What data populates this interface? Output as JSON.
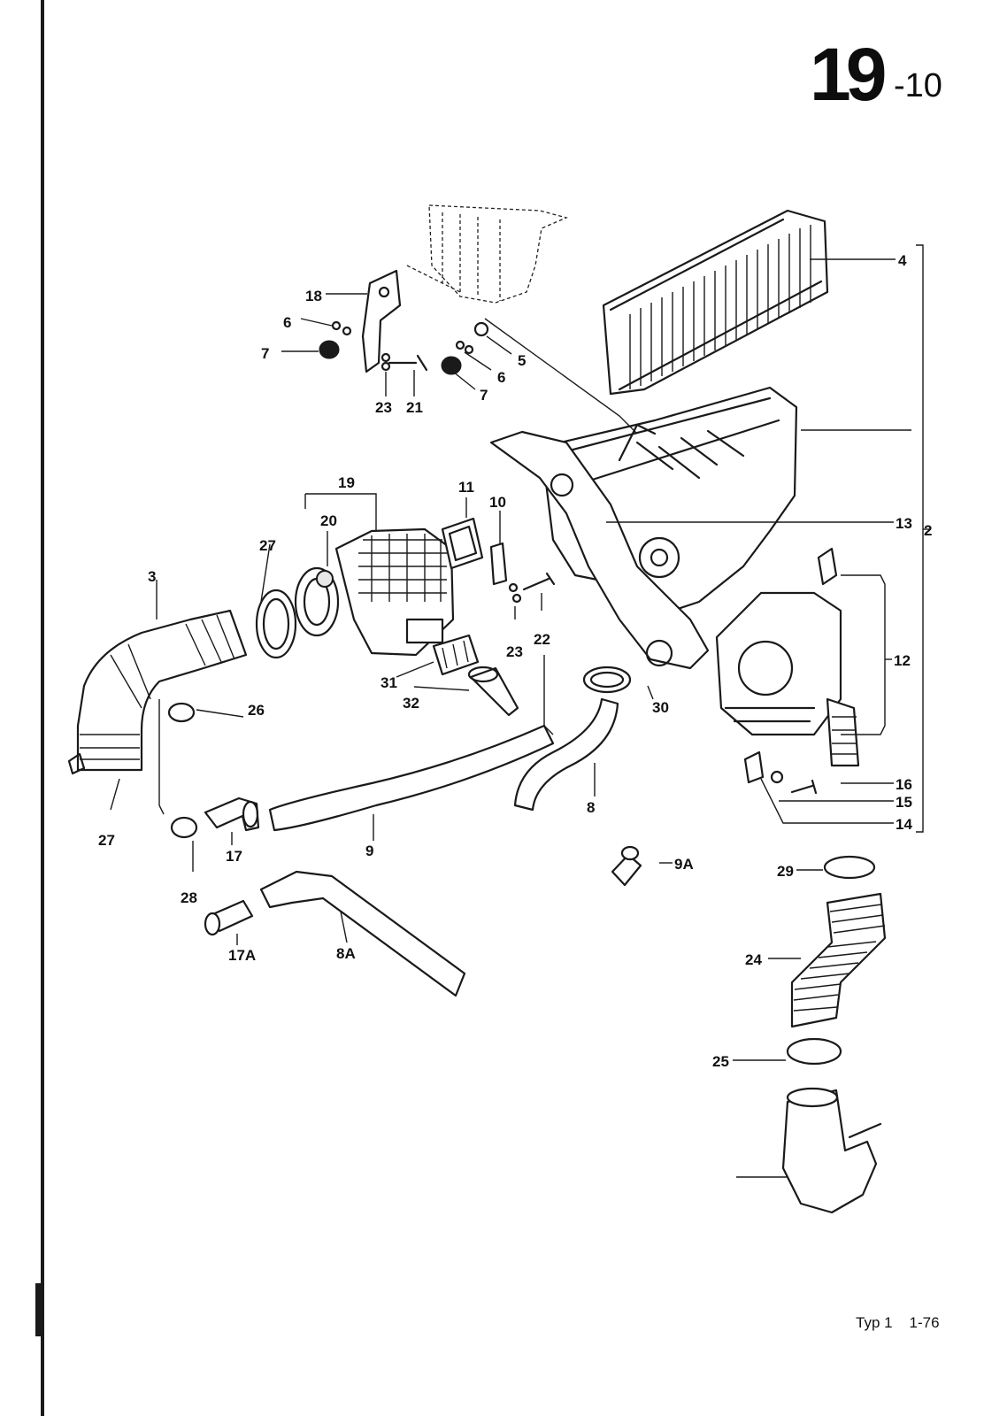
{
  "header": {
    "group_number": "19",
    "page_suffix": "-10"
  },
  "footer": {
    "type_label": "Typ 1",
    "date_code": "1-76"
  },
  "callouts": {
    "c2": "2",
    "c3": "3",
    "c4": "4",
    "c5": "5",
    "c6a": "6",
    "c6b": "6",
    "c7a": "7",
    "c7b": "7",
    "c8": "8",
    "c8A": "8A",
    "c9": "9",
    "c9A": "9A",
    "c10": "10",
    "c11": "11",
    "c12": "12",
    "c13": "13",
    "c14": "14",
    "c15": "15",
    "c16": "16",
    "c17": "17",
    "c17A": "17A",
    "c18": "18",
    "c19": "19",
    "c20": "20",
    "c21": "21",
    "c22": "22",
    "c23a": "23",
    "c23b": "23",
    "c24": "24",
    "c25": "25",
    "c26": "26",
    "c27a": "27",
    "c27b": "27",
    "c28": "28",
    "c29": "29",
    "c30": "30",
    "c31": "31",
    "c32": "32"
  }
}
